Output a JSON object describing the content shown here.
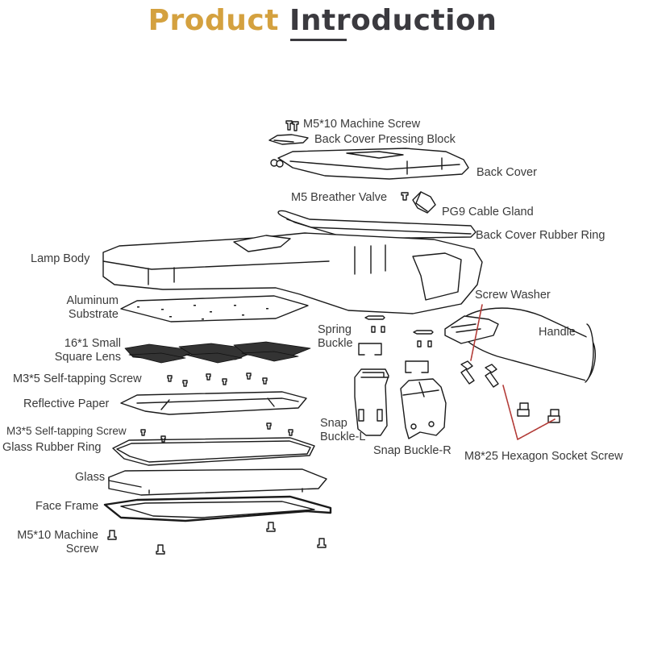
{
  "title": {
    "word1": "Product",
    "word2": "Introduction",
    "accent_color": "#d4a13f",
    "dark_color": "#3b3a3f"
  },
  "diagram": {
    "type": "exploded-view",
    "leader_line_color": "#b23a36",
    "parts": {
      "m5_machine_screw_top": "M5*10 Machine Screw",
      "back_cover_pressing_block": "Back Cover Pressing Block",
      "back_cover": "Back Cover",
      "m5_breather_valve": "M5 Breather Valve",
      "pg9_cable_gland": "PG9 Cable Gland",
      "back_cover_rubber_ring": "Back Cover Rubber Ring",
      "lamp_body": "Lamp Body",
      "aluminum_substrate_1": "Aluminum",
      "aluminum_substrate_2": "Substrate",
      "small_square_lens_1": "16*1 Small",
      "small_square_lens_2": "Square Lens",
      "m3_self_tapping_screw_1": "M3*5 Self-tapping Screw",
      "reflective_paper": "Reflective Paper",
      "m3_self_tapping_screw_2": "M3*5 Self-tapping Screw",
      "glass_rubber_ring": "Glass Rubber Ring",
      "glass": "Glass",
      "face_frame": "Face Frame",
      "m5_machine_screw_bottom_1": "M5*10 Machine",
      "m5_machine_screw_bottom_2": "Screw",
      "spring_buckle_1": "Spring",
      "spring_buckle_2": "Buckle",
      "snap_buckle_l_1": "Snap",
      "snap_buckle_l_2": "Buckle-L",
      "snap_buckle_r": "Snap Buckle-R",
      "screw_washer": "Screw Washer",
      "handle": "Handle",
      "m8_hex_socket_screw": "M8*25 Hexagon Socket Screw"
    }
  }
}
